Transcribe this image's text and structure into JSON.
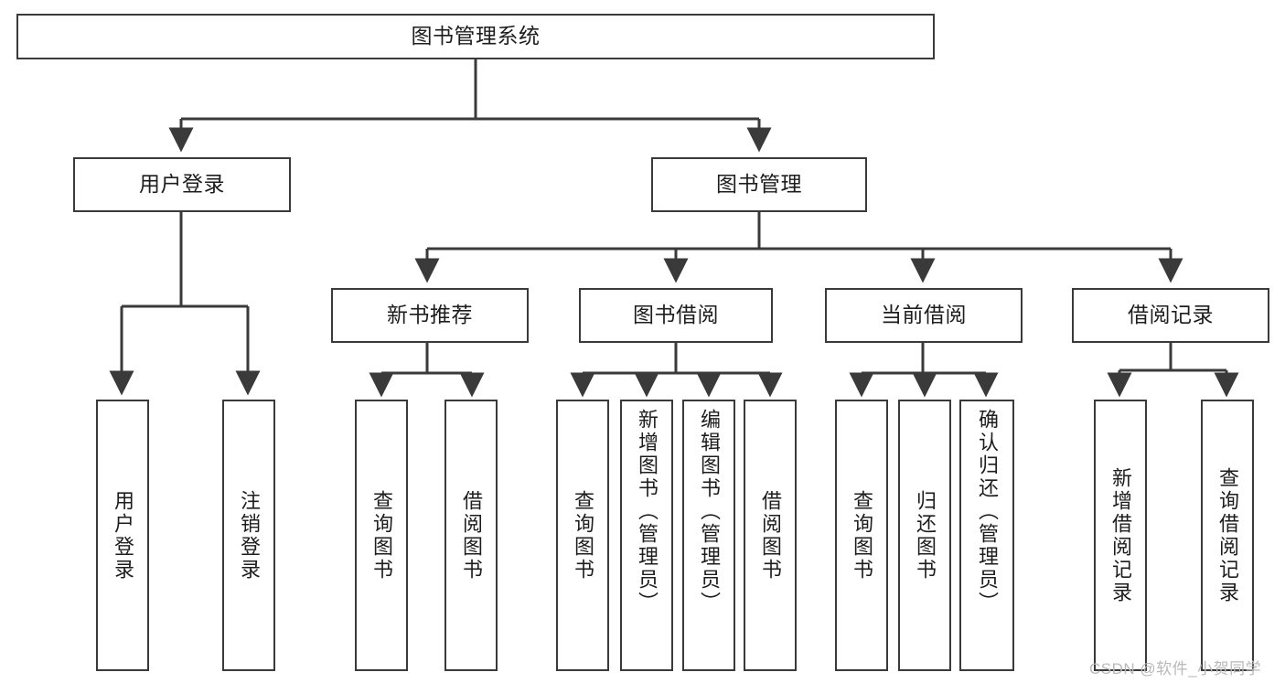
{
  "diagram": {
    "title": "图书管理系统",
    "type": "tree-hierarchy-chart",
    "watermark": "CSDN @软件_小贺同学",
    "colors": {
      "box_border": "#3a3a3a",
      "box_fill": "#ffffff",
      "edge": "#3a3a3a",
      "text": "#1d1d1d",
      "watermark": "#b9b9b9",
      "background": "#ffffff"
    },
    "levels": {
      "level0": [
        {
          "id": "root",
          "label": "图书管理系统"
        }
      ],
      "level1": [
        {
          "id": "user-login",
          "label": "用户登录"
        },
        {
          "id": "book-manage",
          "label": "图书管理"
        }
      ],
      "level2": [
        {
          "id": "new-book-rec",
          "label": "新书推荐"
        },
        {
          "id": "book-borrow",
          "label": "图书借阅"
        },
        {
          "id": "current-borrow",
          "label": "当前借阅"
        },
        {
          "id": "borrow-record",
          "label": "借阅记录"
        }
      ],
      "leaves": {
        "user-login": [
          {
            "id": "leaf-user-login",
            "label": "用户登录"
          },
          {
            "id": "leaf-user-logout",
            "label": "注销登录"
          }
        ],
        "new-book-rec": [
          {
            "id": "leaf-query-book-1",
            "label": "查询图书"
          },
          {
            "id": "leaf-borrow-book-1",
            "label": "借阅图书"
          }
        ],
        "book-borrow": [
          {
            "id": "leaf-query-book-2",
            "label": "查询图书"
          },
          {
            "id": "leaf-add-book",
            "label": "新增图书（管理员）"
          },
          {
            "id": "leaf-edit-book",
            "label": "编辑图书（管理员）"
          },
          {
            "id": "leaf-borrow-book-2",
            "label": "借阅图书"
          }
        ],
        "current-borrow": [
          {
            "id": "leaf-query-book-3",
            "label": "查询图书"
          },
          {
            "id": "leaf-return-book",
            "label": "归还图书"
          },
          {
            "id": "leaf-confirm-return",
            "label": "确认归还（管理员）"
          }
        ],
        "borrow-record": [
          {
            "id": "leaf-add-record",
            "label": "新增借阅记录"
          },
          {
            "id": "leaf-query-record",
            "label": "查询借阅记录"
          }
        ]
      }
    }
  }
}
